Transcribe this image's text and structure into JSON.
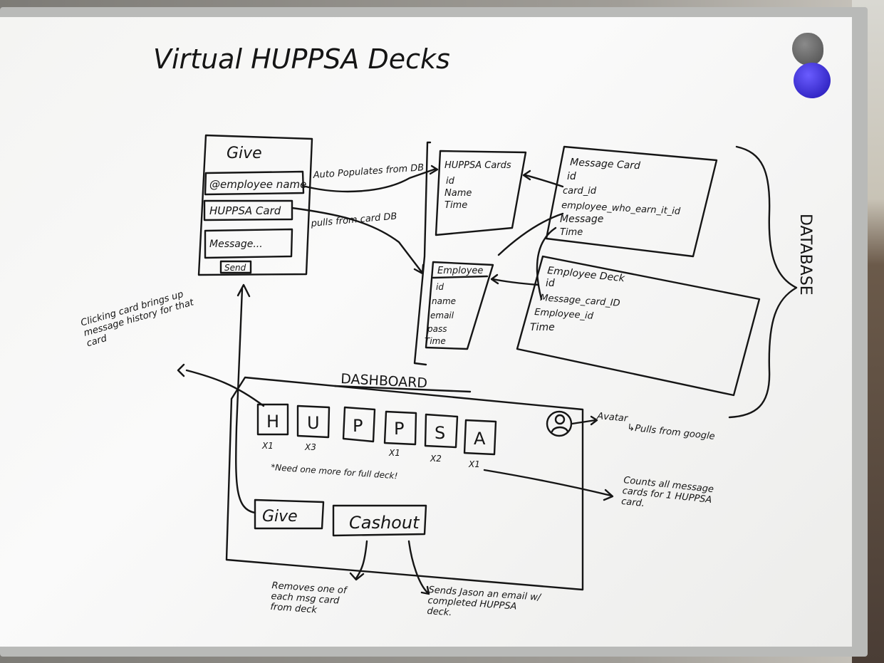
{
  "title": "Virtual HUPPSA Decks",
  "give_widget": {
    "heading": "Give",
    "employee_field": "@employee name",
    "card_field": "HUPPSA Card",
    "message_field": "Message...",
    "send_button": "Send"
  },
  "notes": {
    "auto_populates": "Auto Populates from DB",
    "pulls_from_card_db": "pulls from card DB",
    "clicking_card": "Clicking card brings up message history for that card",
    "need_one_more": "*Need one more for full deck!",
    "avatar": "Avatar",
    "avatar_source": "↳Pulls from google",
    "counts_all": "Counts all message cards for 1 HUPPSA card.",
    "removes_one": "Removes one of each msg card from deck",
    "sends_jason": "Sends Jason an email w/ completed HUPPSA deck.",
    "database": "DATABASE"
  },
  "tables": {
    "huppsa_cards": {
      "title": "HUPPSA Cards",
      "fields": [
        "id",
        "Name",
        "Time"
      ]
    },
    "message_card": {
      "title": "Message Card",
      "fields": [
        "id",
        "card_id",
        "employee_who_earn_it_id",
        "Message",
        "Time"
      ]
    },
    "employee": {
      "title": "Employee",
      "fields": [
        "id",
        "name",
        "email",
        "pass",
        "Time"
      ]
    },
    "employee_deck": {
      "title": "Employee Deck",
      "fields": [
        "id",
        "Message_card_ID",
        "Employee_id",
        "Time"
      ]
    }
  },
  "dashboard": {
    "title": "DASHBOARD",
    "cards": [
      {
        "letter": "H",
        "count": "X1"
      },
      {
        "letter": "U",
        "count": "X3"
      },
      {
        "letter": "P",
        "count": ""
      },
      {
        "letter": "P",
        "count": "X1"
      },
      {
        "letter": "S",
        "count": "X2"
      },
      {
        "letter": "A",
        "count": "X1"
      }
    ],
    "give_button": "Give",
    "cashout_button": "Cashout"
  },
  "icons": [
    "avatar-icon"
  ]
}
